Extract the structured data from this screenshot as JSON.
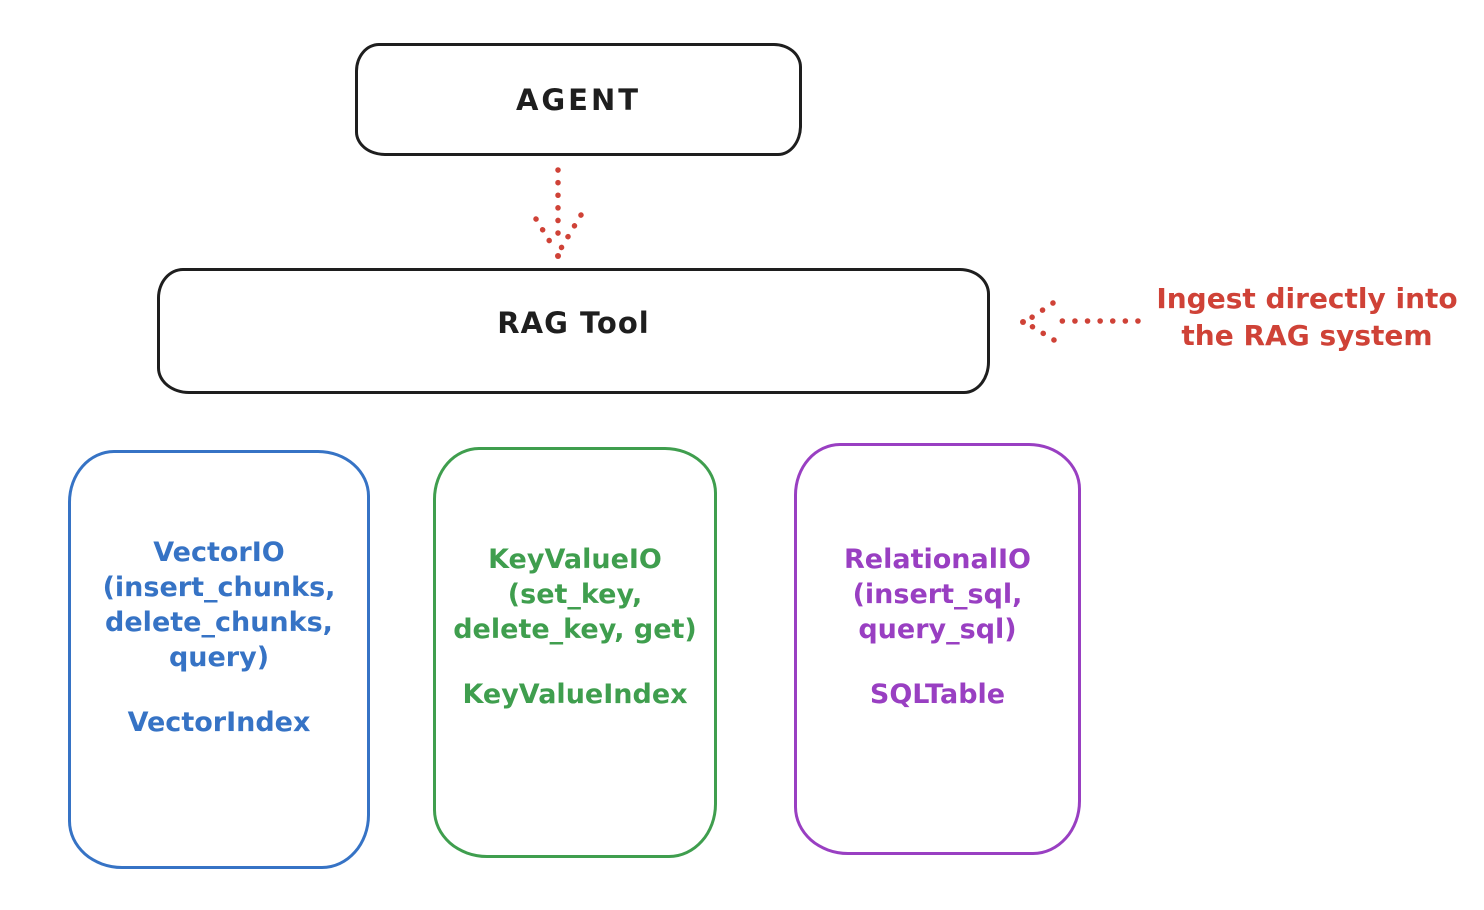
{
  "canvas": {
    "background": "#ffffff",
    "stroke_black": "#1e1e1e",
    "red": "#cf4237",
    "blue": "#3673c5",
    "green": "#3f9e4e",
    "purple": "#993fc2"
  },
  "agent_box": {
    "label": "AGENT"
  },
  "rag_tool_box": {
    "label": "RAG Tool"
  },
  "annotation": {
    "line1": "Ingest directly into",
    "line2": "the RAG system"
  },
  "vector_box": {
    "line1": "VectorIO",
    "line2": "(insert_chunks,",
    "line3": "delete_chunks,",
    "line4": "query)",
    "index": "VectorIndex"
  },
  "keyvalue_box": {
    "line1": "KeyValueIO",
    "line2": "(set_key,",
    "line3": "delete_key, get)",
    "index": "KeyValueIndex"
  },
  "relational_box": {
    "line1": "RelationalIO",
    "line2": "(insert_sql,",
    "line3": "query_sql)",
    "index": "SQLTable"
  }
}
